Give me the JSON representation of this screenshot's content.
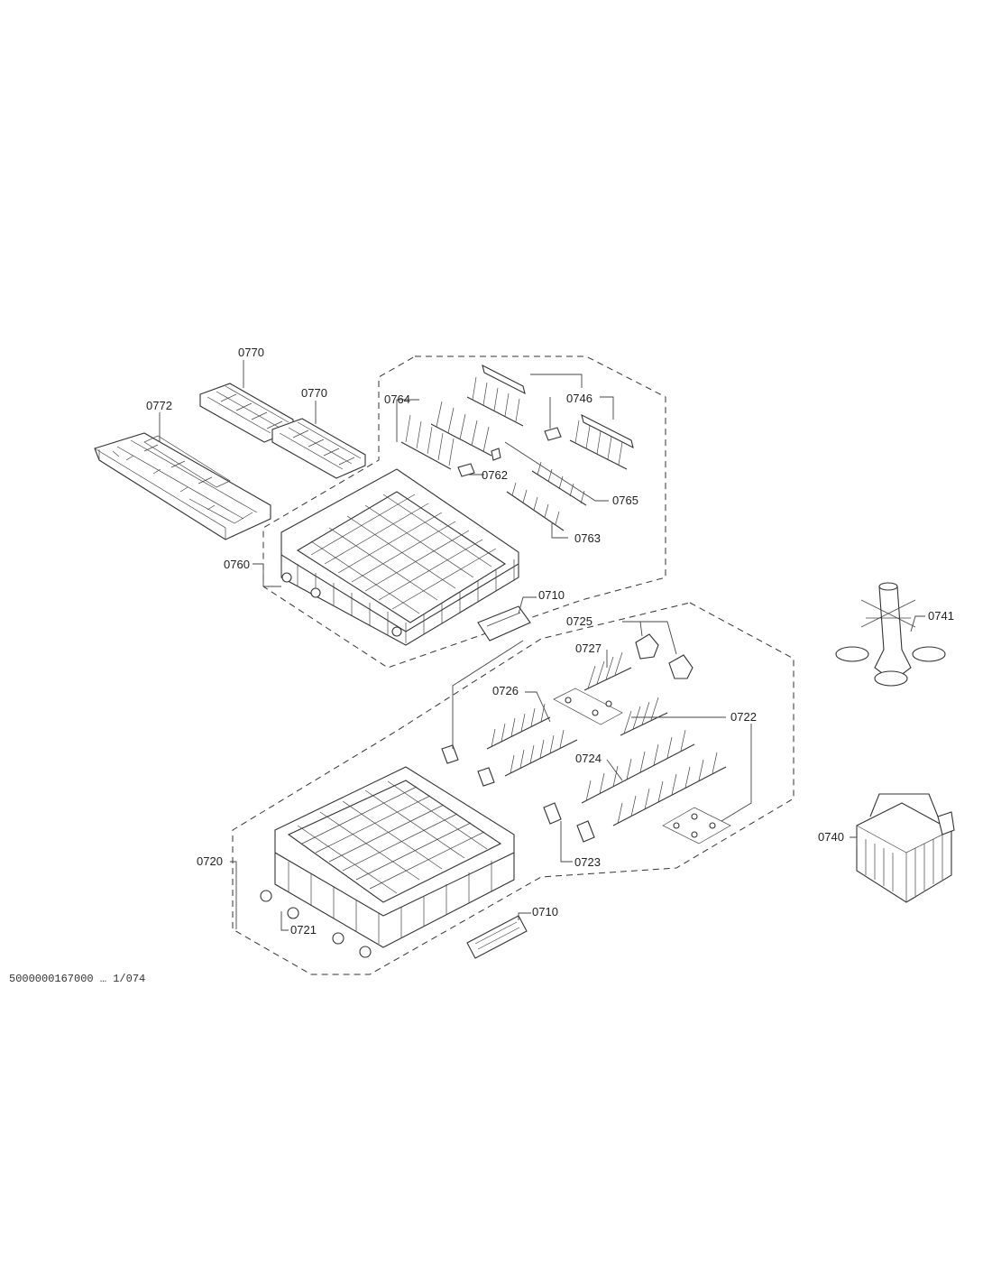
{
  "diagram": {
    "type": "exploded parts diagram",
    "footer_code": "5000000167000 … 1/074"
  },
  "callouts": {
    "c0770a": "0770",
    "c0770b": "0770",
    "c0772": "0772",
    "c0764": "0764",
    "c0746": "0746",
    "c0762": "0762",
    "c0765": "0765",
    "c0763": "0763",
    "c0760": "0760",
    "c0710a": "0710",
    "c0725": "0725",
    "c0727": "0727",
    "c0726": "0726",
    "c0722": "0722",
    "c0724": "0724",
    "c0723": "0723",
    "c0720": "0720",
    "c0721": "0721",
    "c0710b": "0710",
    "c0741": "0741",
    "c0740": "0740"
  }
}
